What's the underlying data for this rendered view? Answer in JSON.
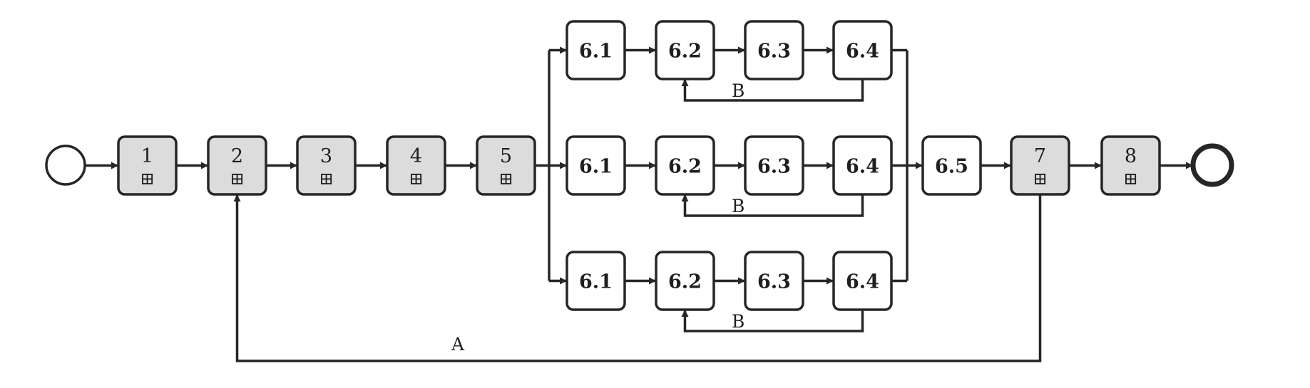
{
  "colors": {
    "stroke": "#262626",
    "collapsed_fill": "#dcdcdc",
    "task_fill": "#ffffff"
  },
  "main_tasks": [
    {
      "label": "1",
      "marker": "⊞"
    },
    {
      "label": "2",
      "marker": "⊞"
    },
    {
      "label": "3",
      "marker": "⊞"
    },
    {
      "label": "4",
      "marker": "⊞"
    },
    {
      "label": "5",
      "marker": "⊞"
    },
    {
      "label": "7",
      "marker": "⊞"
    },
    {
      "label": "8",
      "marker": "⊞"
    }
  ],
  "branches": [
    {
      "tasks": [
        "6.1",
        "6.2",
        "6.3",
        "6.4"
      ],
      "loop_label": "B"
    },
    {
      "tasks": [
        "6.1",
        "6.2",
        "6.3",
        "6.4"
      ],
      "loop_label": "B"
    },
    {
      "tasks": [
        "6.1",
        "6.2",
        "6.3",
        "6.4"
      ],
      "loop_label": "B"
    }
  ],
  "merge_task": "6.5",
  "loop_a_label": "A"
}
